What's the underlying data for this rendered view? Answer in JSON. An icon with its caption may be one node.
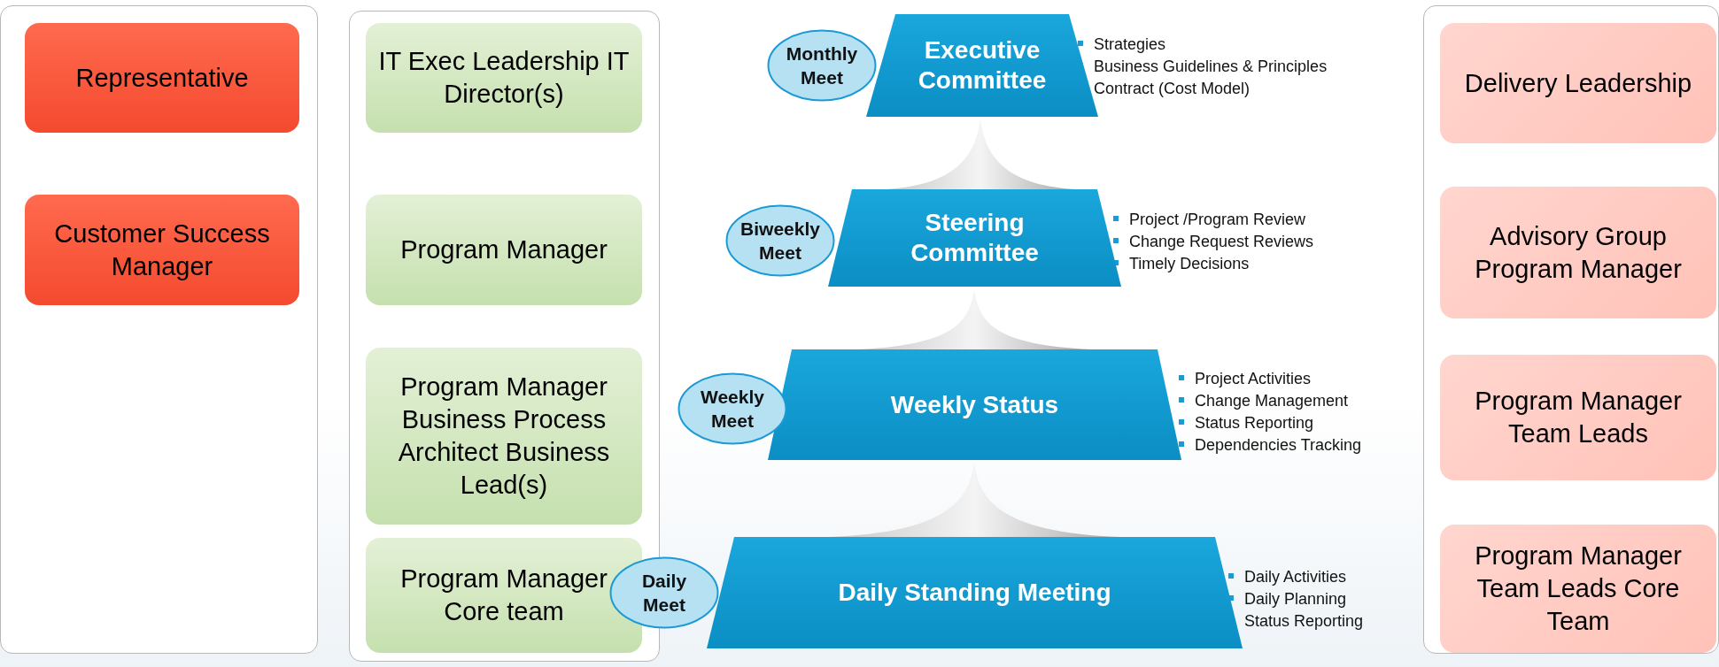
{
  "diagram": {
    "nodes": [
      {
        "text": [],
        "shape": "box"
      },
      {
        "text": [
          "Representative"
        ],
        "in": 0
      },
      {
        "text": [
          "Customer Success Manager"
        ],
        "in": 0
      },
      {
        "text": [],
        "shape": "box"
      },
      {
        "text": [
          "IT Exec Leadership IT Director(s)"
        ],
        "in": 3
      },
      {
        "text": [
          "Program Manager"
        ],
        "in": 3
      },
      {
        "text": [
          "Program Manager Business Process Architect Business Lead(s)"
        ],
        "in": 3
      },
      {
        "text": [
          "Program Manager Core team"
        ],
        "in": 3
      },
      {
        "text": [
          "Executive Committee"
        ],
        "beside": [
          "Strategies",
          "Business Guidelines & Principles",
          "Contract (Cost Model)"
        ]
      },
      {
        "text": [
          "Monthly Meet"
        ]
      },
      {
        "text": [
          "Steering Committee"
        ],
        "beside": [
          "Project /Program Review",
          "Change Request Reviews",
          "Timely Decisions"
        ]
      },
      {
        "text": [
          "Biweekly Meet"
        ]
      },
      {
        "text": [
          "Weekly Status"
        ],
        "beside": [
          "Project Activities",
          "Change Management",
          "Status Reporting",
          "Dependencies Tracking"
        ]
      },
      {
        "text": [
          "Weekly Meet"
        ]
      },
      {
        "text": [
          "Daily Standing Meeting"
        ],
        "beside": [
          "Daily Activities",
          "Daily Planning",
          "Status Reporting"
        ]
      },
      {
        "text": [
          "Daily Meet"
        ]
      },
      {
        "text": [],
        "shape": "box"
      },
      {
        "text": [
          "Delivery Leadership"
        ],
        "in": 16
      },
      {
        "text": [
          "Advisory Group Program Manager"
        ],
        "in": 16
      },
      {
        "text": [
          "Program Manager Team Leads"
        ],
        "in": 16
      },
      {
        "text": [
          "Program Manager Team Leads Core Team"
        ],
        "in": 16
      },
      {
        "text": [],
        "shape": "peak"
      },
      {
        "text": [],
        "shape": "peak"
      },
      {
        "text": [],
        "shape": "peak"
      }
    ]
  }
}
